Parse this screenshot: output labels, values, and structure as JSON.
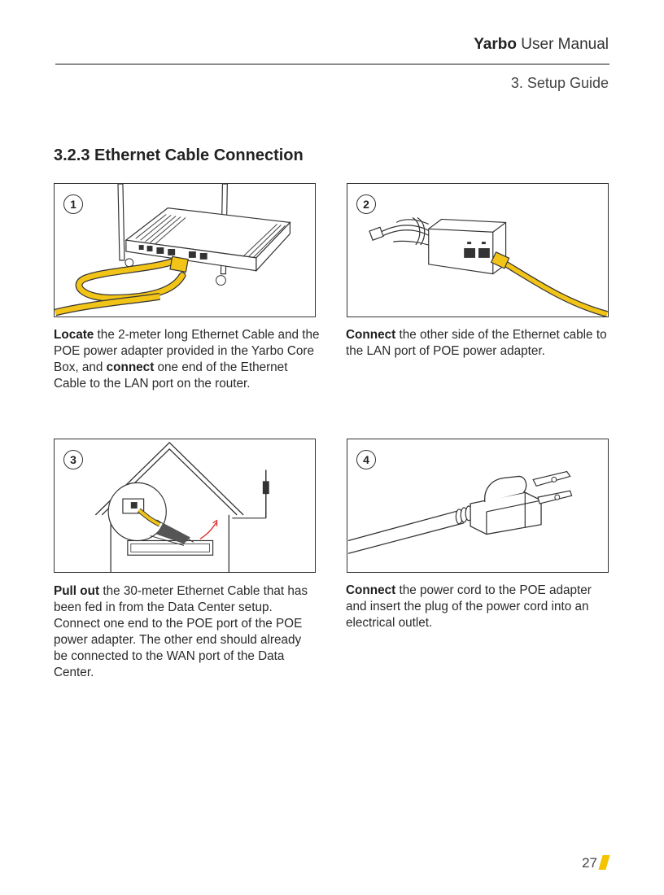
{
  "header": {
    "brand": "Yarbo",
    "manual_title": "User Manual",
    "section": "3. Setup Guide"
  },
  "heading": "3.2.3 Ethernet Cable Connection",
  "steps": [
    {
      "number": "1",
      "parts": [
        {
          "b": "Locate"
        },
        {
          "t": " the 2-meter long Ethernet Cable and the POE power adapter provided in the Yarbo Core Box, and "
        },
        {
          "b": "connect"
        },
        {
          "t": " one end of the Ethernet Cable to the LAN port on the router."
        }
      ]
    },
    {
      "number": "2",
      "parts": [
        {
          "b": "Connect"
        },
        {
          "t": " the other side of the Ethernet cable to the LAN port of POE power adapter."
        }
      ]
    },
    {
      "number": "3",
      "parts": [
        {
          "b": "Pull out"
        },
        {
          "t": " the 30-meter Ethernet Cable that has been fed in from the Data Center setup. Connect one end to the POE port of the POE power adapter. The other end should already be connected to the WAN port of the Data Center."
        }
      ]
    },
    {
      "number": "4",
      "parts": [
        {
          "b": "Connect"
        },
        {
          "t": " the power cord to the POE adapter and insert the plug of the power cord into an electrical outlet."
        }
      ]
    }
  ],
  "page_number": "27",
  "colors": {
    "cable_yellow": "#f2c418",
    "accent_mark": "#f5c400",
    "line": "#333333"
  }
}
